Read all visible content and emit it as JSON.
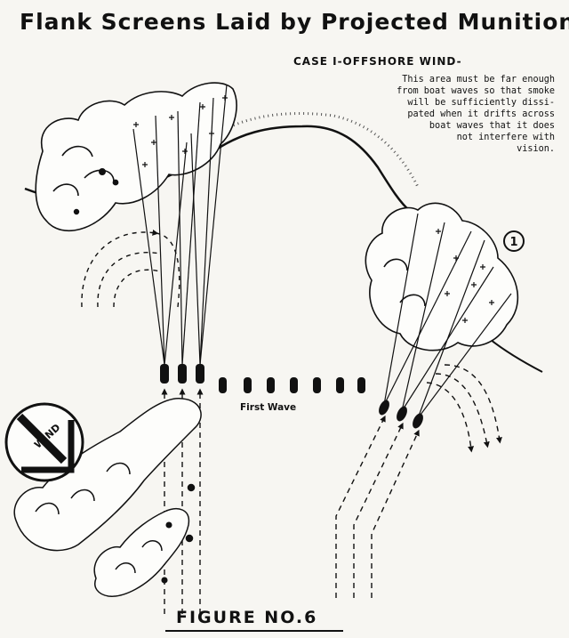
{
  "title": "Flank Screens Laid by Projected Munitions",
  "case_label": "CASE I-OFFSHORE WIND-",
  "note_lines": [
    "This area must be far enough",
    "from boat waves so that smoke",
    "will be sufficiently dissi-",
    "pated when it drifts across",
    "boat waves that it does",
    "not interfere with",
    "vision."
  ],
  "wave_label": "First Wave",
  "case_number": "1",
  "wind_label": "WIND",
  "figure_label": "FIGURE NO.6",
  "colors": {
    "ink": "#111111",
    "paper": "#f7f6f2"
  }
}
